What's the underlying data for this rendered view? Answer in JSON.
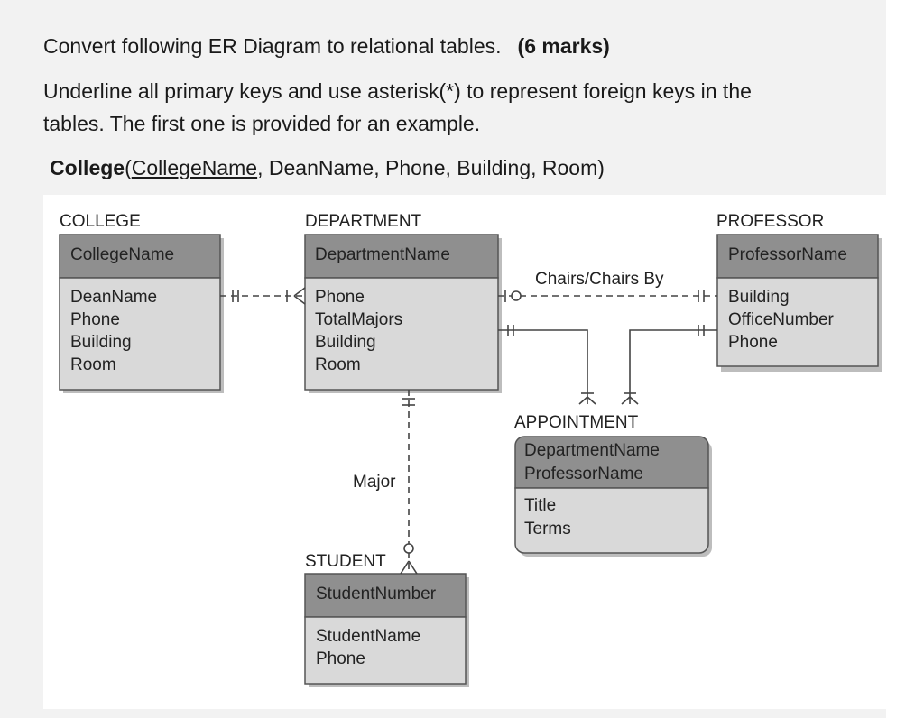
{
  "question": {
    "line1": "Convert following ER Diagram to relational tables.",
    "marks": "(6 marks)",
    "line2": "Underline all primary keys and use asterisk(*) to represent foreign keys in the",
    "line3": "tables. The first one is provided for an example."
  },
  "example": {
    "table": "College",
    "open": "(",
    "pk": "CollegeName",
    "rest": ", DeanName, Phone, Building, Room)"
  },
  "diagram": {
    "entities": {
      "college": {
        "title": "COLLEGE",
        "key": "CollegeName",
        "attrs": [
          "DeanName",
          "Phone",
          "Building",
          "Room"
        ]
      },
      "department": {
        "title": "DEPARTMENT",
        "key": "DepartmentName",
        "attrs": [
          "Phone",
          "TotalMajors",
          "Building",
          "Room"
        ]
      },
      "professor": {
        "title": "PROFESSOR",
        "key": "ProfessorName",
        "attrs": [
          "Building",
          "OfficeNumber",
          "Phone"
        ]
      },
      "appointment": {
        "title": "APPOINTMENT",
        "keys": [
          "DepartmentName",
          "ProfessorName"
        ],
        "attrs": [
          "Title",
          "Terms"
        ]
      },
      "student": {
        "title": "STUDENT",
        "key": "StudentNumber",
        "attrs": [
          "StudentName",
          "Phone"
        ]
      }
    },
    "relationships": {
      "chairs": "Chairs/Chairs By",
      "major": "Major"
    }
  }
}
